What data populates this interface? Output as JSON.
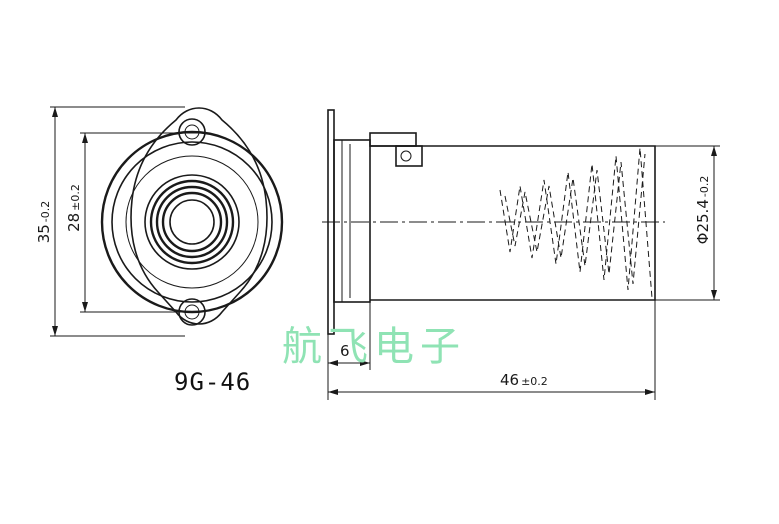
{
  "model": "9G-46",
  "watermark": {
    "text": "航飞电子",
    "color": "#8fe3b4"
  },
  "dimensions": {
    "outer_height": {
      "value": "35",
      "tolerance": "-0.2"
    },
    "inner_height": {
      "value": "28",
      "tolerance": "±0.2"
    },
    "tube_diameter": {
      "value": "Φ25.4",
      "tolerance": "-0.2"
    },
    "flange_offset": {
      "value": "6"
    },
    "total_length": {
      "value": "46",
      "tolerance": "±0.2"
    }
  },
  "colors": {
    "line": "#1a1a1a",
    "background": "#ffffff"
  }
}
